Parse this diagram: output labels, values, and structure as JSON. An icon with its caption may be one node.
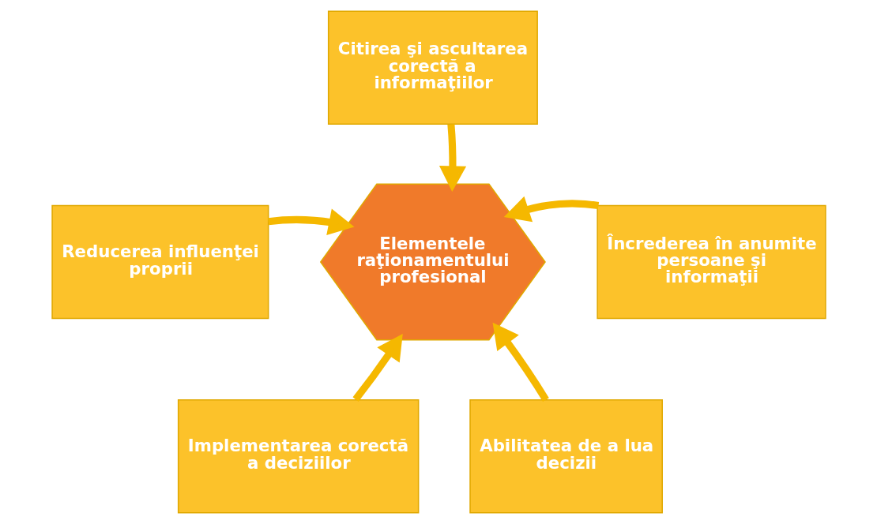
{
  "diagram": {
    "nodes": [
      {
        "text": [
          "Citirea şi ascultarea corectă a informaţiilor"
        ]
      },
      {
        "text": [
          "Reducerea influenţei proprii"
        ]
      },
      {
        "text": [
          "Elementele raţionamentului profesional"
        ]
      },
      {
        "text": [
          "Încrederea în anumite persoane şi informaţii"
        ]
      },
      {
        "text": [
          "Implementarea corectă a deciziilor"
        ]
      },
      {
        "text": [
          "Abilitatea de a lua decizii"
        ]
      }
    ],
    "edges": [
      {
        "from": 0,
        "to": 2,
        "arrow": "to"
      },
      {
        "from": 1,
        "to": 2,
        "arrow": "to"
      },
      {
        "from": 3,
        "to": 2,
        "arrow": "to"
      },
      {
        "from": 4,
        "to": 2,
        "arrow": "to"
      },
      {
        "from": 5,
        "to": 2,
        "arrow": "to"
      }
    ]
  }
}
